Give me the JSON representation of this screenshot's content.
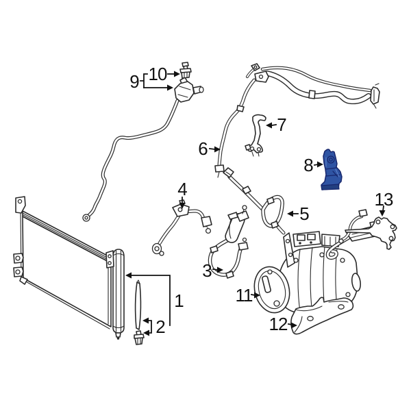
{
  "diagram": {
    "background": "#ffffff",
    "line_color": "#2a2a2a",
    "highlight_fill": "#2f54a3",
    "highlight_stroke": "#17266c",
    "callouts": [
      {
        "label": "1",
        "points_to": "condenser-receiver-drier"
      },
      {
        "label": "2",
        "points_to": "desiccant-bag-and-cap"
      },
      {
        "label": "3",
        "points_to": "suction-hose-with-muffler"
      },
      {
        "label": "4",
        "points_to": "liquid-line-pipe"
      },
      {
        "label": "5",
        "points_to": "discharge-hose"
      },
      {
        "label": "6",
        "points_to": "ac-tube"
      },
      {
        "label": "7",
        "points_to": "tube-bracket"
      },
      {
        "label": "8",
        "points_to": "highlighted-bracket-selected-part"
      },
      {
        "label": "9",
        "points_to": "liquid-tube-with-service-valve"
      },
      {
        "label": "10",
        "points_to": "service-valve-cap"
      },
      {
        "label": "11",
        "points_to": "ac-compressor"
      },
      {
        "label": "12",
        "points_to": "compressor-lower-shield"
      },
      {
        "label": "13",
        "points_to": "compressor-bracket"
      }
    ]
  }
}
